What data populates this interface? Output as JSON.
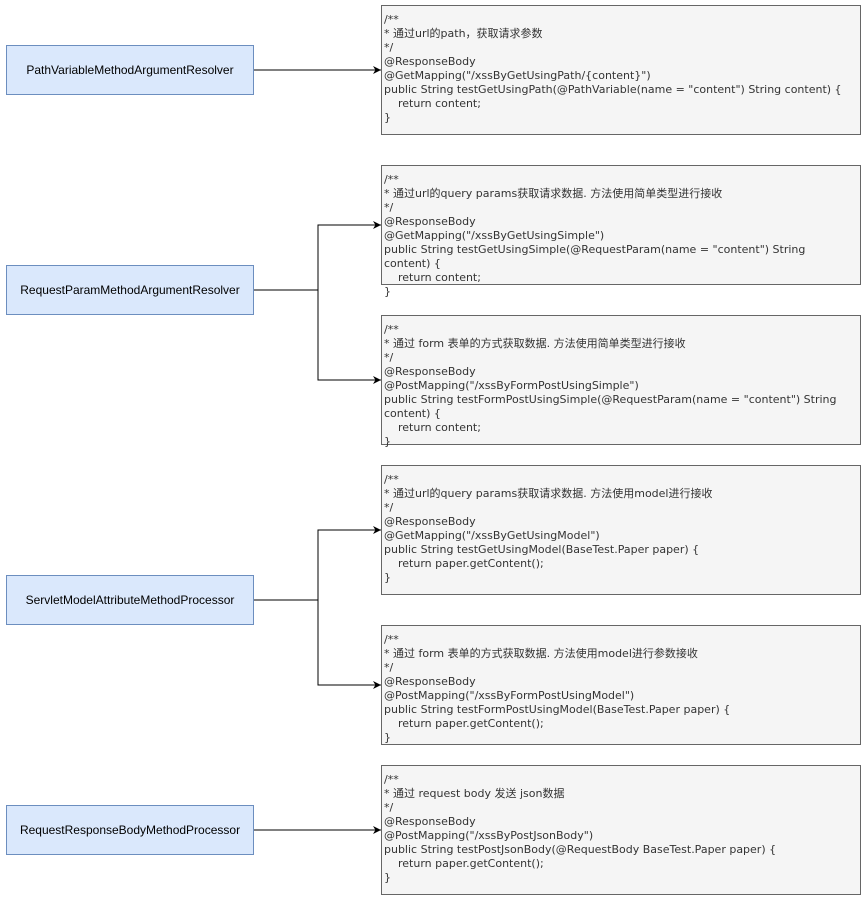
{
  "resolvers": [
    {
      "label": "PathVariableMethodArgumentResolver"
    },
    {
      "label": "RequestParamMethodArgumentResolver"
    },
    {
      "label": "ServletModelAttributeMethodProcessor"
    },
    {
      "label": "RequestResponseBodyMethodProcessor"
    }
  ],
  "snippets": [
    {
      "lines": [
        "/**",
        "* 通过url的path，获取请求参数",
        "*/",
        "@ResponseBody",
        "@GetMapping(\"/xssByGetUsingPath/{content}\")",
        "public String testGetUsingPath(@PathVariable(name = \"content\") String content) {",
        "    return content;",
        "}"
      ]
    },
    {
      "lines": [
        "/**",
        "* 通过url的query params获取请求数据. 方法使用简单类型进行接收",
        "*/",
        "@ResponseBody",
        "@GetMapping(\"/xssByGetUsingSimple\")",
        "public String testGetUsingSimple(@RequestParam(name = \"content\") String content) {",
        "    return content;",
        "}"
      ]
    },
    {
      "lines": [
        "/**",
        "* 通过 form 表单的方式获取数据. 方法使用简单类型进行接收",
        "*/",
        "@ResponseBody",
        "@PostMapping(\"/xssByFormPostUsingSimple\")",
        "public String testFormPostUsingSimple(@RequestParam(name = \"content\") String content) {",
        "    return content;",
        "}"
      ]
    },
    {
      "lines": [
        "/**",
        "* 通过url的query params获取请求数据. 方法使用model进行接收",
        "*/",
        "@ResponseBody",
        "@GetMapping(\"/xssByGetUsingModel\")",
        "public String testGetUsingModel(BaseTest.Paper paper) {",
        "    return paper.getContent();",
        "}"
      ]
    },
    {
      "lines": [
        "/**",
        "* 通过 form 表单的方式获取数据. 方法使用model进行参数接收",
        "*/",
        "@ResponseBody",
        "@PostMapping(\"/xssByFormPostUsingModel\")",
        "public String testFormPostUsingModel(BaseTest.Paper paper) {",
        "    return paper.getContent();",
        "}"
      ]
    },
    {
      "lines": [
        "/**",
        "* 通过 request body 发送 json数据",
        "*/",
        "@ResponseBody",
        "@PostMapping(\"/xssByPostJsonBody\")",
        "public String testPostJsonBody(@RequestBody BaseTest.Paper paper) {",
        "    return paper.getContent();",
        "}"
      ]
    }
  ],
  "colors": {
    "resolver_fill": "#dae8fc",
    "resolver_stroke": "#6c8ebf",
    "code_fill": "#f5f5f5",
    "code_stroke": "#666666",
    "connector": "#000000"
  }
}
